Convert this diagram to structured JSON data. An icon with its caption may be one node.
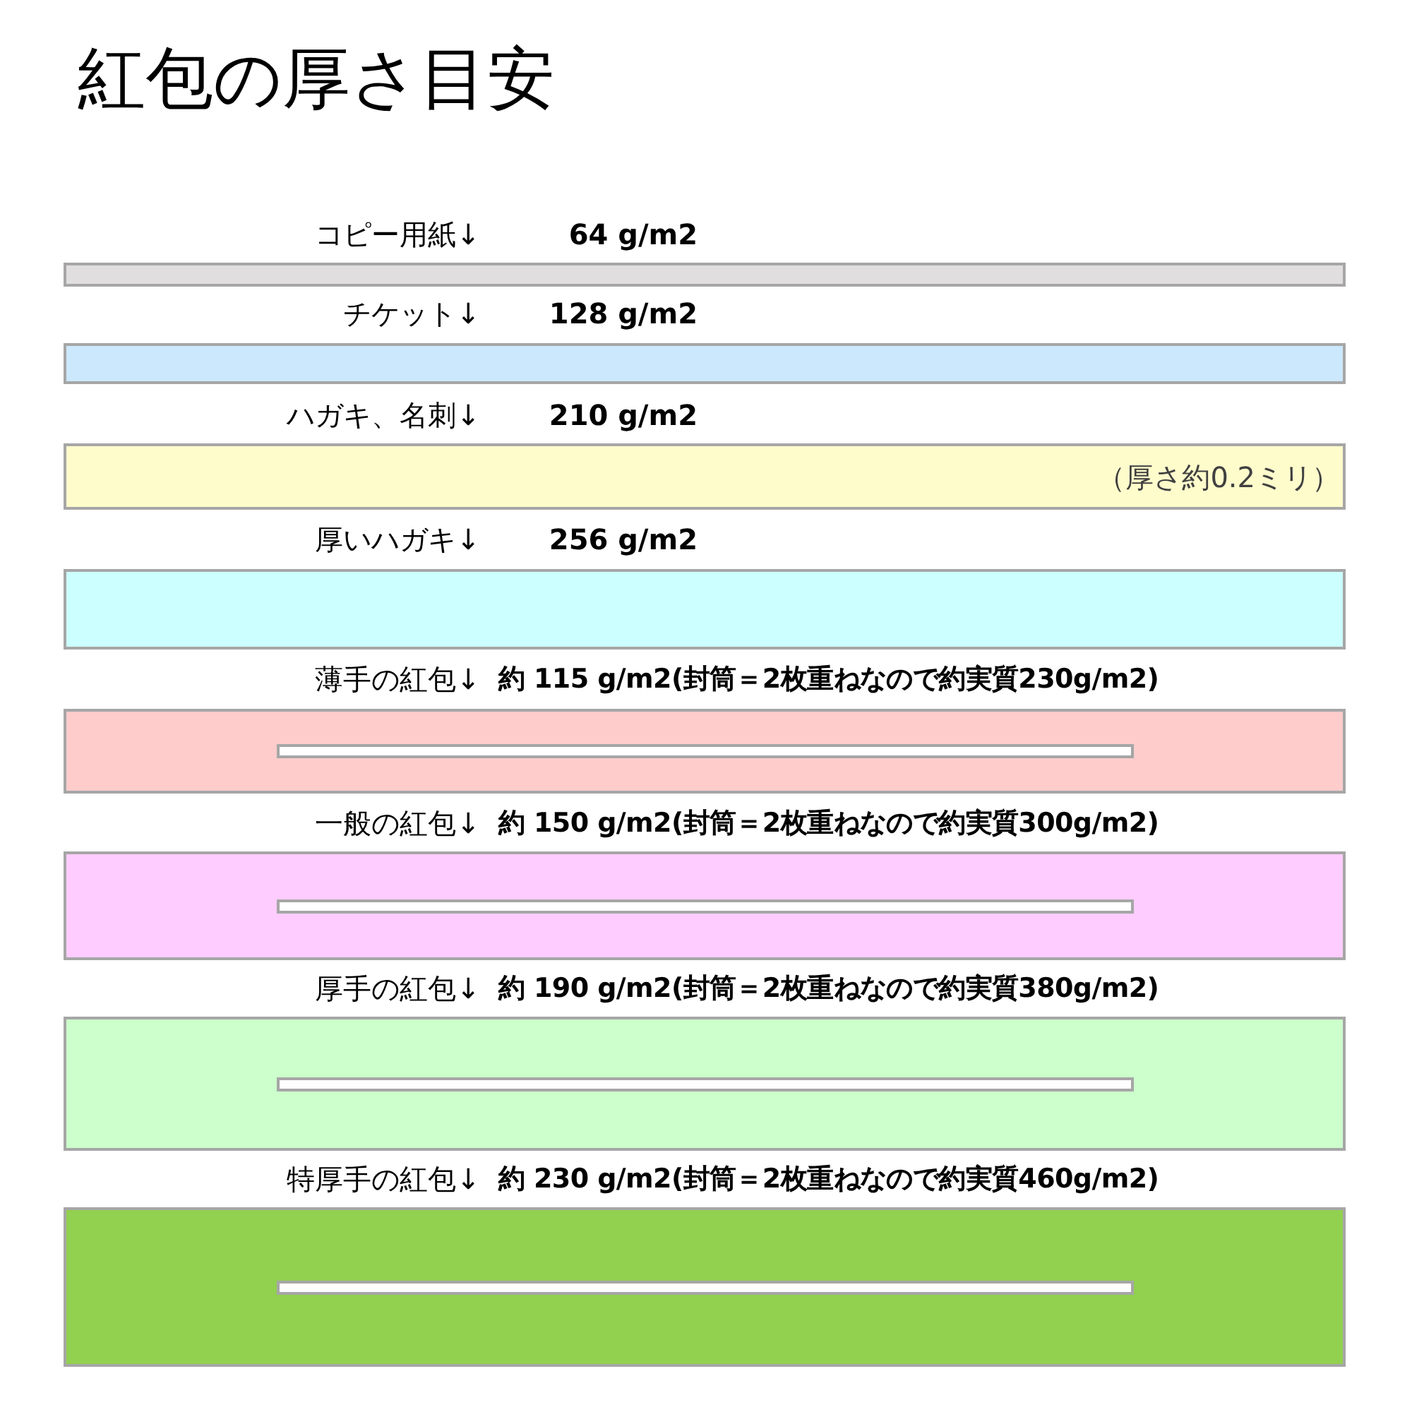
{
  "diagram": {
    "title": "紅包の厚さ目安",
    "nodes": [
      {
        "text": [
          "コピー用紙↓",
          "64 g/m2"
        ]
      },
      {
        "text": [
          "チケット↓",
          "128 g/m2"
        ]
      },
      {
        "text": [
          "ハガキ、名刺↓",
          "210 g/m2",
          "（厚さ約0.2ミリ）"
        ]
      },
      {
        "text": [
          "厚いハガキ↓",
          "256 g/m2"
        ]
      },
      {
        "text": [
          "薄手の紅包↓",
          "約 115 g/m2(封筒＝2枚重ねなので約実質230g/m2)"
        ]
      },
      {
        "text": [],
        "shape": "bar",
        "in": 4
      },
      {
        "text": [
          "一般の紅包↓",
          "約 150 g/m2(封筒＝2枚重ねなので約実質300g/m2)"
        ]
      },
      {
        "text": [],
        "shape": "bar",
        "in": 6
      },
      {
        "text": [
          "厚手の紅包↓",
          "約 190 g/m2(封筒＝2枚重ねなので約実質380g/m2)"
        ]
      },
      {
        "text": [],
        "shape": "bar",
        "in": 8
      },
      {
        "text": [
          "特厚手の紅包↓",
          "約 230 g/m2(封筒＝2枚重ねなので約実質460g/m2)"
        ]
      },
      {
        "text": [],
        "shape": "bar",
        "in": 10
      }
    ]
  }
}
